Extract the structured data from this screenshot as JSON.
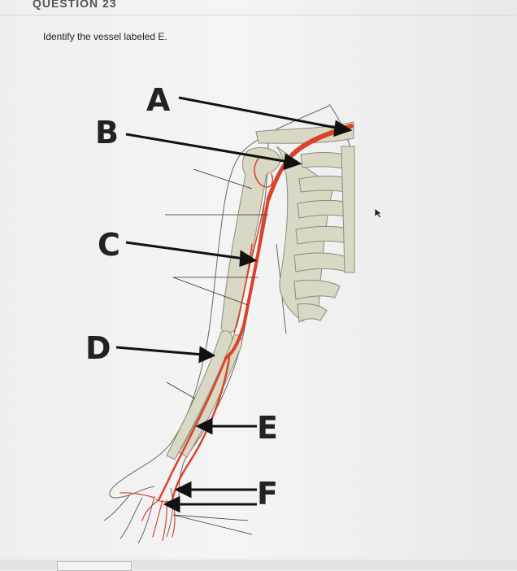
{
  "question": {
    "header": "QUESTION 23",
    "prompt": "Identify the vessel labeled E."
  },
  "figure": {
    "labels": {
      "a": "A",
      "b": "B",
      "c": "C",
      "d": "D",
      "e": "E",
      "f": "F"
    },
    "colors": {
      "artery": "#d9442b",
      "bone": "#d8d8c4",
      "bone_outline": "#8c8c80",
      "outline": "#555555",
      "pointer": "#111111"
    }
  },
  "icons": {
    "cursor": "mouse-pointer-icon"
  }
}
